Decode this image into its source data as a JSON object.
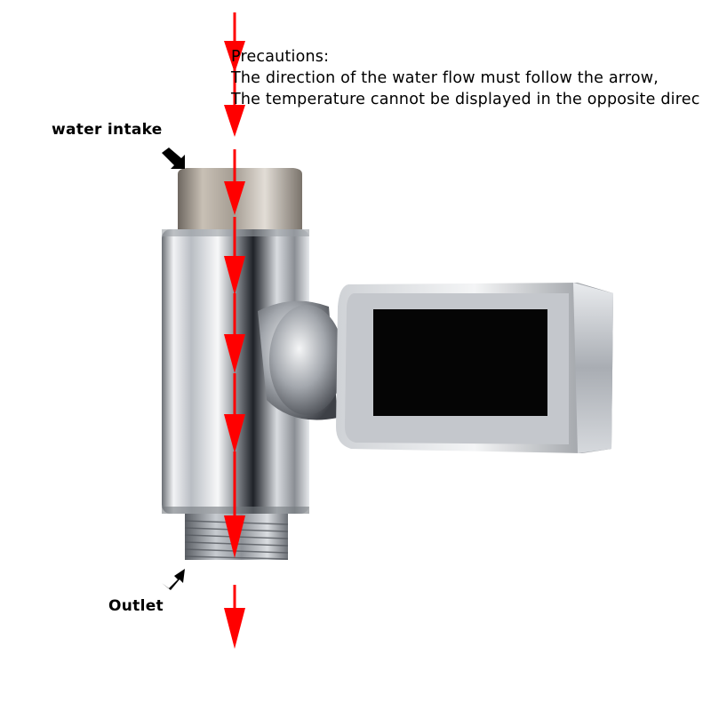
{
  "notice": {
    "heading": "Precautions:",
    "line1": "The direction of the water flow must follow the arrow,",
    "line2": "The temperature cannot be displayed in the opposite direc"
  },
  "labels": {
    "intake": "water intake",
    "outlet": "Outlet"
  },
  "colors": {
    "arrow": "#ff0000",
    "pointer": "#000000",
    "chrome": "#c9ccd1",
    "display": "#050505"
  }
}
